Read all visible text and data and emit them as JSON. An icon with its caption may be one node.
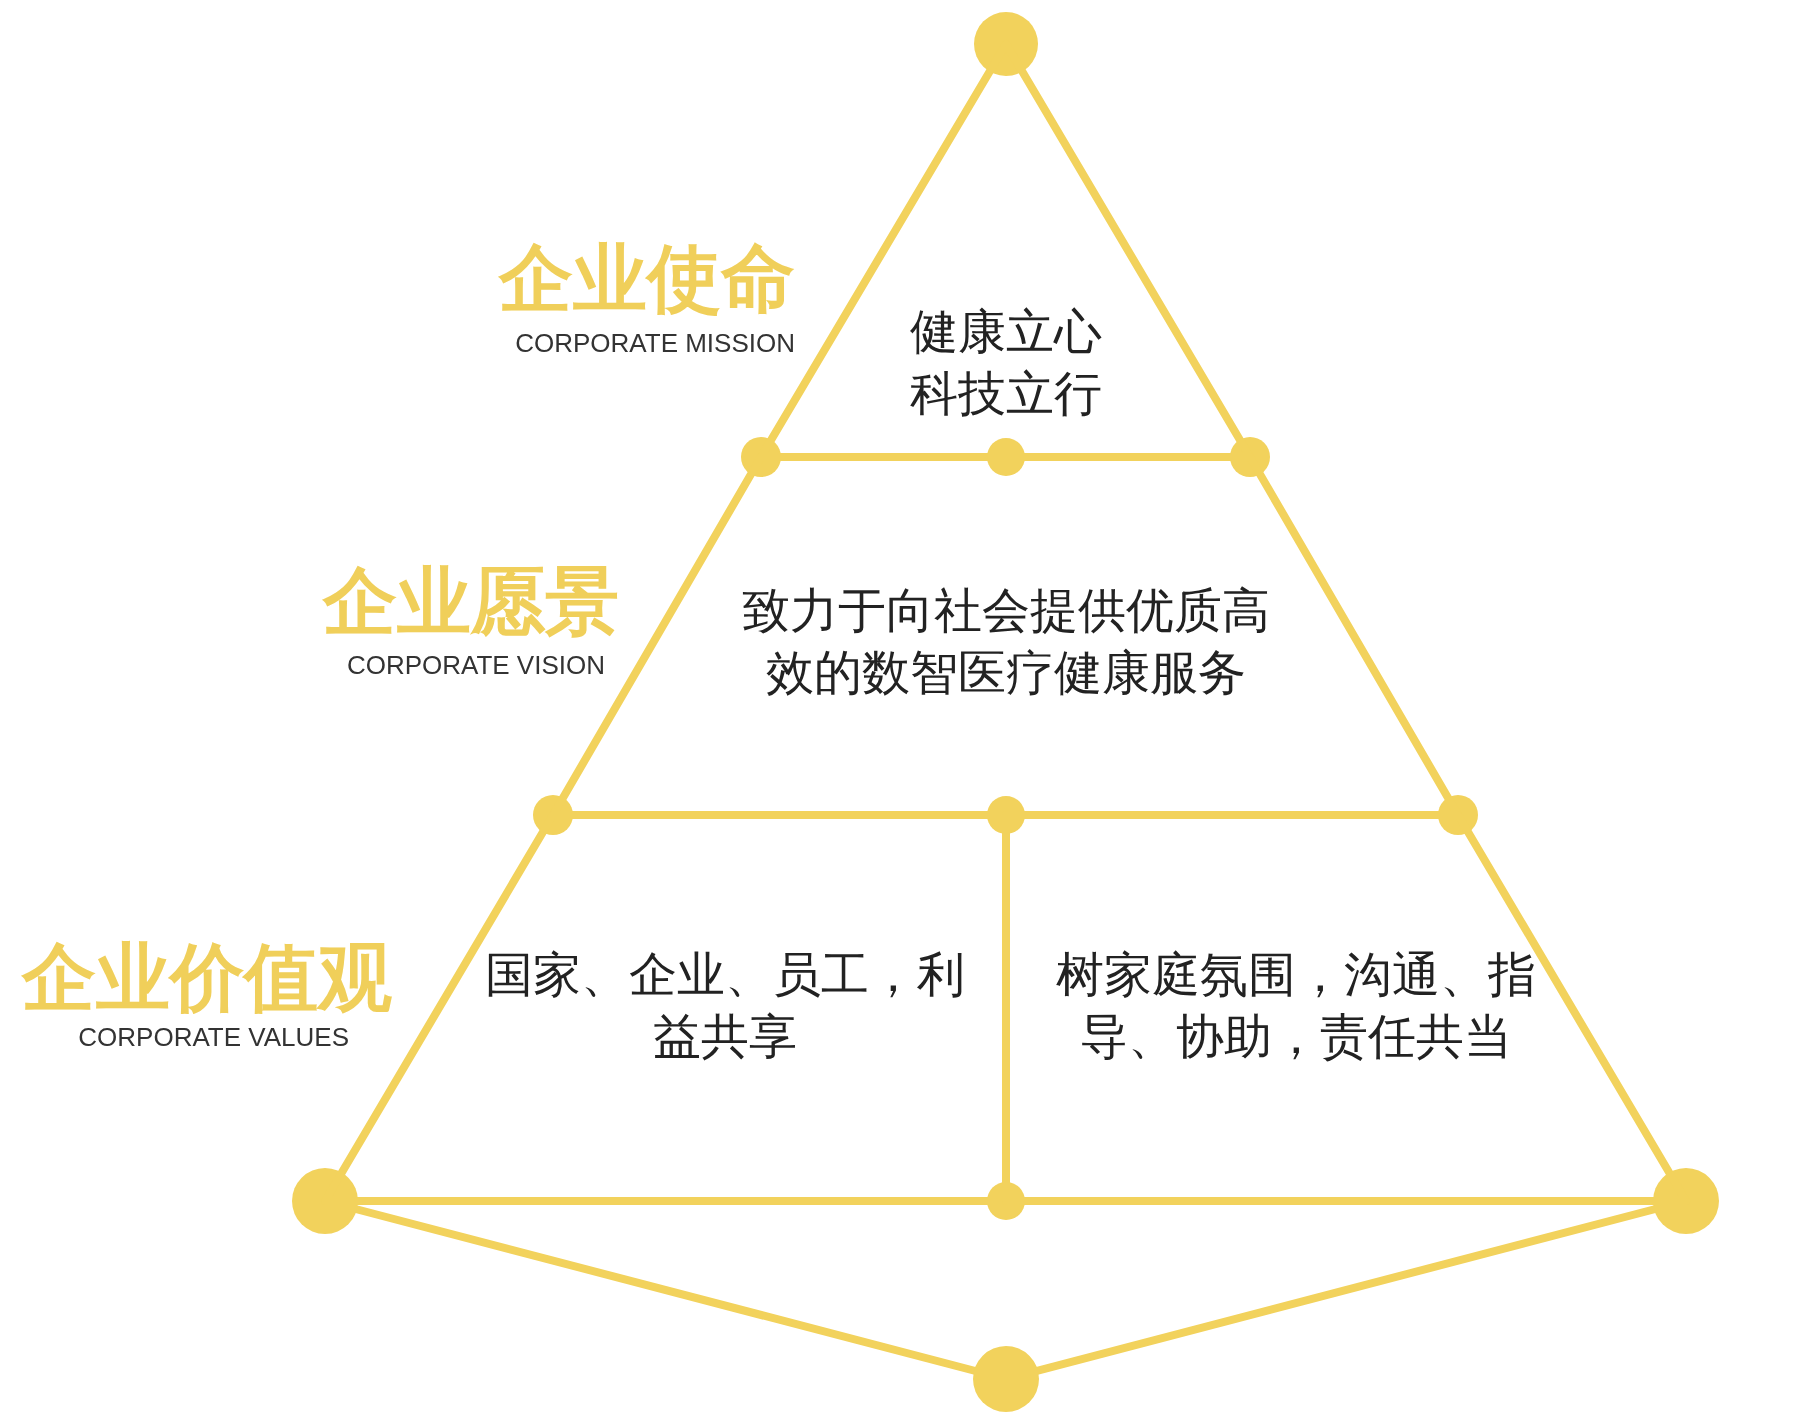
{
  "diagram": {
    "nodes": [
      {
        "text": [
          "健康立心科技立行"
        ]
      },
      {
        "text": [
          "致力于向社会提供优质高效的数智医疗健康服务"
        ]
      },
      {
        "text": [
          "国家、企业、员工，利益共享"
        ]
      },
      {
        "text": [
          "树家庭氛围，沟通、指导、协助，责任共当"
        ]
      }
    ],
    "labels": [
      "企业使命",
      "CORPORATE MISSION",
      "企业愿景",
      "CORPORATE VISION",
      "企业价值观",
      "CORPORATE VALUES"
    ]
  }
}
